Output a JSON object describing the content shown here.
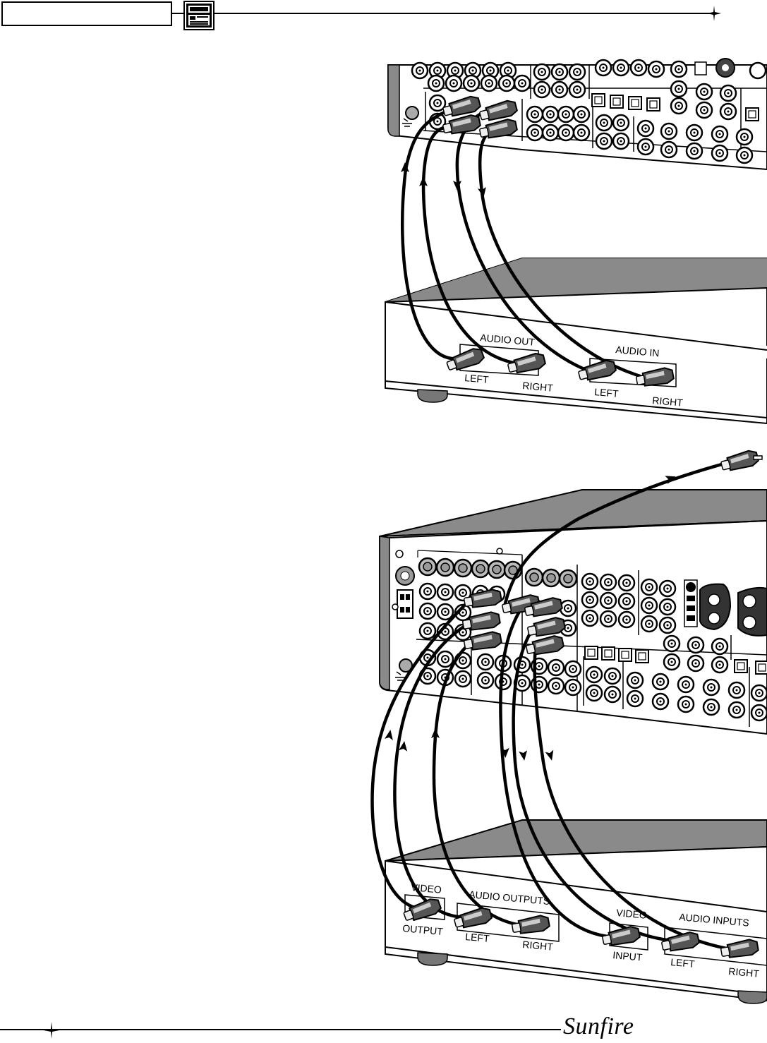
{
  "brand": "Sunfire",
  "diagram_top": {
    "panel_labels": {
      "audio_out": "AUDIO OUT",
      "audio_in": "AUDIO IN",
      "left_1": "LEFT",
      "right_1": "RIGHT",
      "left_2": "LEFT",
      "right_2": "RIGHT"
    }
  },
  "diagram_bottom": {
    "panel_labels": {
      "video_out_title": "VIDEO",
      "video_output": "OUTPUT",
      "audio_outputs": "AUDIO OUTPUTS",
      "left_1": "LEFT",
      "right_1": "RIGHT",
      "video_in_title": "VIDEO",
      "video_input": "INPUT",
      "audio_inputs": "AUDIO INPUTS",
      "left_2": "LEFT",
      "right_2": "RIGHT"
    }
  },
  "colors": {
    "ink": "#000000",
    "panel_gray": "#8a8a8a",
    "light_gray": "#d9d9d9"
  }
}
